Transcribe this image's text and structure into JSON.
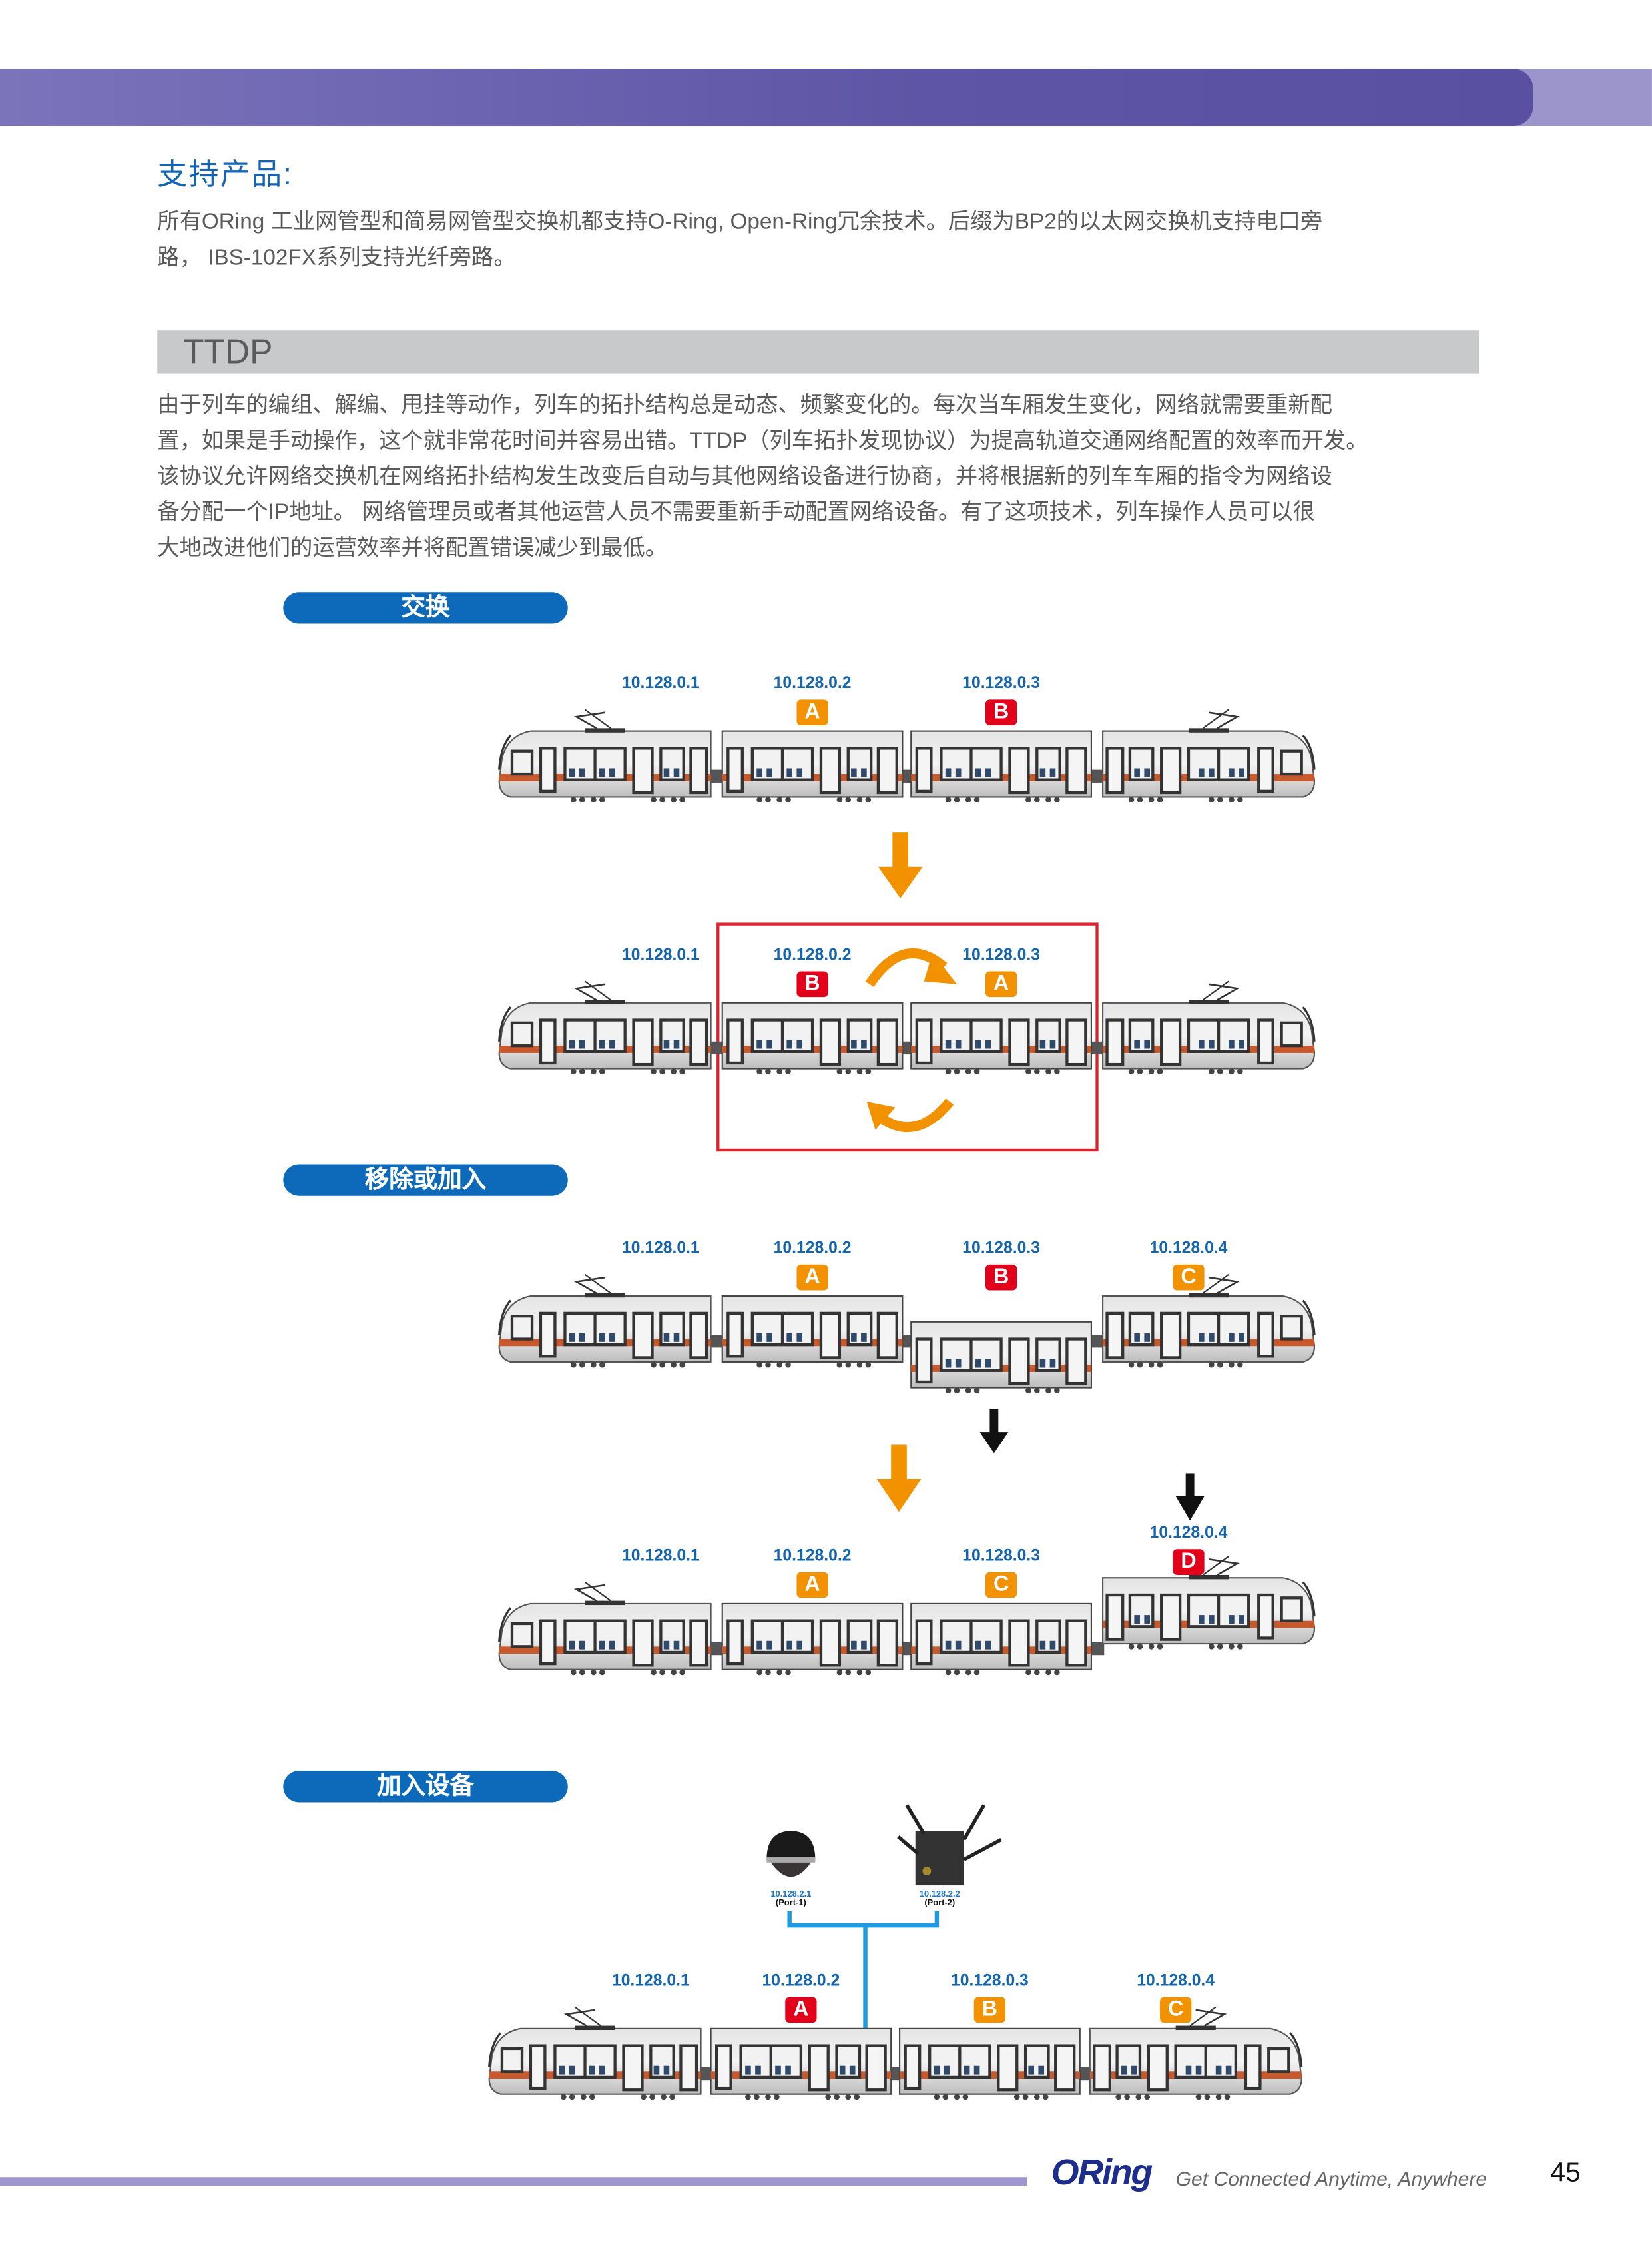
{
  "support": {
    "heading": "支持产品:",
    "lines": [
      "所有ORing 工业网管型和简易网管型交换机都支持O-Ring, Open-Ring冗余技术。后缀为BP2的以太网交换机支持电口旁",
      "路， IBS-102FX系列支持光纤旁路。"
    ]
  },
  "ttdp": {
    "title": "TTDP",
    "lines": [
      "由于列车的编组、解编、甩挂等动作，列车的拓扑结构总是动态、频繁变化的。每次当车厢发生变化，网络就需要重新配",
      "置，如果是手动操作，这个就非常花时间并容易出错。TTDP（列车拓扑发现协议）为提高轨道交通网络配置的效率而开发。",
      "该协议允许网络交换机在网络拓扑结构发生改变后自动与其他网络设备进行协商，并将根据新的列车车厢的指令为网络设",
      "备分配一个IP地址。    网络管理员或者其他运营人员不需要重新手动配置网络设备。有了这项技术，列车操作人员可以很",
      "大地改进他们的运营效率并将配置错误减少到最低。"
    ]
  },
  "sections": {
    "swap": "交换",
    "remove_add": "移除或加入",
    "add_device": "加入设备"
  },
  "colors": {
    "orange": "#f39200",
    "red": "#e2001a",
    "blue": "#1465ae",
    "link": "#1d9be0"
  },
  "trains": [
    {
      "cars": [
        {
          "ip": "10.128.0.1"
        },
        {
          "ip": "10.128.0.2",
          "badge": "A",
          "color": "orange"
        },
        {
          "ip": "10.128.0.3",
          "badge": "B",
          "color": "red"
        },
        {}
      ]
    },
    {
      "cars": [
        {
          "ip": "10.128.0.1"
        },
        {
          "ip": "10.128.0.2",
          "badge": "B",
          "color": "red"
        },
        {
          "ip": "10.128.0.3",
          "badge": "A",
          "color": "orange"
        },
        {}
      ]
    },
    {
      "cars": [
        {
          "ip": "10.128.0.1"
        },
        {
          "ip": "10.128.0.2",
          "badge": "A",
          "color": "orange"
        },
        {
          "ip": "10.128.0.3",
          "badge": "B",
          "color": "red"
        },
        {
          "ip": "10.128.0.4",
          "badge": "C",
          "color": "orange"
        }
      ]
    },
    {
      "cars": [
        {
          "ip": "10.128.0.1"
        },
        {
          "ip": "10.128.0.2",
          "badge": "A",
          "color": "orange"
        },
        {
          "ip": "10.128.0.3",
          "badge": "C",
          "color": "orange"
        },
        {
          "ip": "10.128.0.4",
          "badge": "D",
          "color": "red"
        }
      ]
    },
    {
      "cars": [
        {
          "ip": "10.128.0.1"
        },
        {
          "ip": "10.128.0.2",
          "badge": "A",
          "color": "red"
        },
        {
          "ip": "10.128.0.3",
          "badge": "B",
          "color": "orange"
        },
        {
          "ip": "10.128.0.4",
          "badge": "C",
          "color": "orange"
        }
      ]
    }
  ],
  "devices": [
    {
      "ip": "10.128.2.1",
      "port": "(Port-1)",
      "icon": "dome-camera-icon"
    },
    {
      "ip": "10.128.2.2",
      "port": "(Port-2)",
      "icon": "wireless-router-icon"
    }
  ],
  "footer": {
    "logo": "ORing",
    "tagline": "Get Connected Anytime, Anywhere",
    "page": "45"
  }
}
